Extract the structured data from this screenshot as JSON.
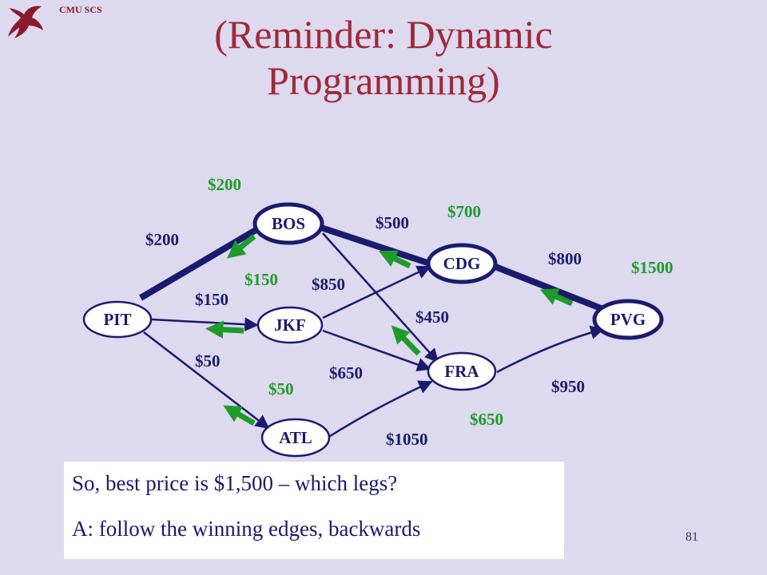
{
  "header": {
    "org_label": "CMU SCS"
  },
  "title": "(Reminder: Dynamic Programming)",
  "graph": {
    "nodes": [
      {
        "id": "PIT",
        "label": "PIT",
        "highlighted": false
      },
      {
        "id": "BOS",
        "label": "BOS",
        "highlighted": true
      },
      {
        "id": "JKF",
        "label": "JKF",
        "highlighted": false
      },
      {
        "id": "ATL",
        "label": "ATL",
        "highlighted": false
      },
      {
        "id": "CDG",
        "label": "CDG",
        "highlighted": true
      },
      {
        "id": "FRA",
        "label": "FRA",
        "highlighted": false
      },
      {
        "id": "PVG",
        "label": "PVG",
        "highlighted": true
      }
    ],
    "edges": [
      {
        "from": "PIT",
        "to": "BOS",
        "price": "$200",
        "winning": true
      },
      {
        "from": "PIT",
        "to": "JKF",
        "price": "$150",
        "winning": false
      },
      {
        "from": "PIT",
        "to": "ATL",
        "price": "$50",
        "winning": false
      },
      {
        "from": "BOS",
        "to": "CDG",
        "price": "$500",
        "winning": true
      },
      {
        "from": "BOS",
        "to": "FRA",
        "price": "",
        "winning": false
      },
      {
        "from": "JKF",
        "to": "CDG",
        "price": "$850",
        "winning": false
      },
      {
        "from": "JKF",
        "to": "FRA",
        "price": "$650",
        "winning": false
      },
      {
        "from": "CDG",
        "to": "PVG",
        "price": "$800",
        "winning": true
      },
      {
        "from": "ATL",
        "to": "FRA",
        "price": "$1050",
        "winning": false
      },
      {
        "from": "FRA",
        "to": "PVG",
        "price": "$950",
        "winning": false
      }
    ],
    "extra_edge_label": "$450",
    "cumulative_costs": {
      "BOS": "$200",
      "JKF": "$150",
      "ATL": "$50",
      "CDG": "$700",
      "FRA": "$650",
      "PVG": "$1500"
    }
  },
  "answer": {
    "line1": "So, best price is $1,500 – which legs?",
    "line2": "A:  follow the winning edges, backwards"
  },
  "slide_number": "81",
  "colors": {
    "title": "#a0283a",
    "navy": "#1a1a6e",
    "green": "#1e9b2a",
    "background": "#ddd9ee"
  }
}
